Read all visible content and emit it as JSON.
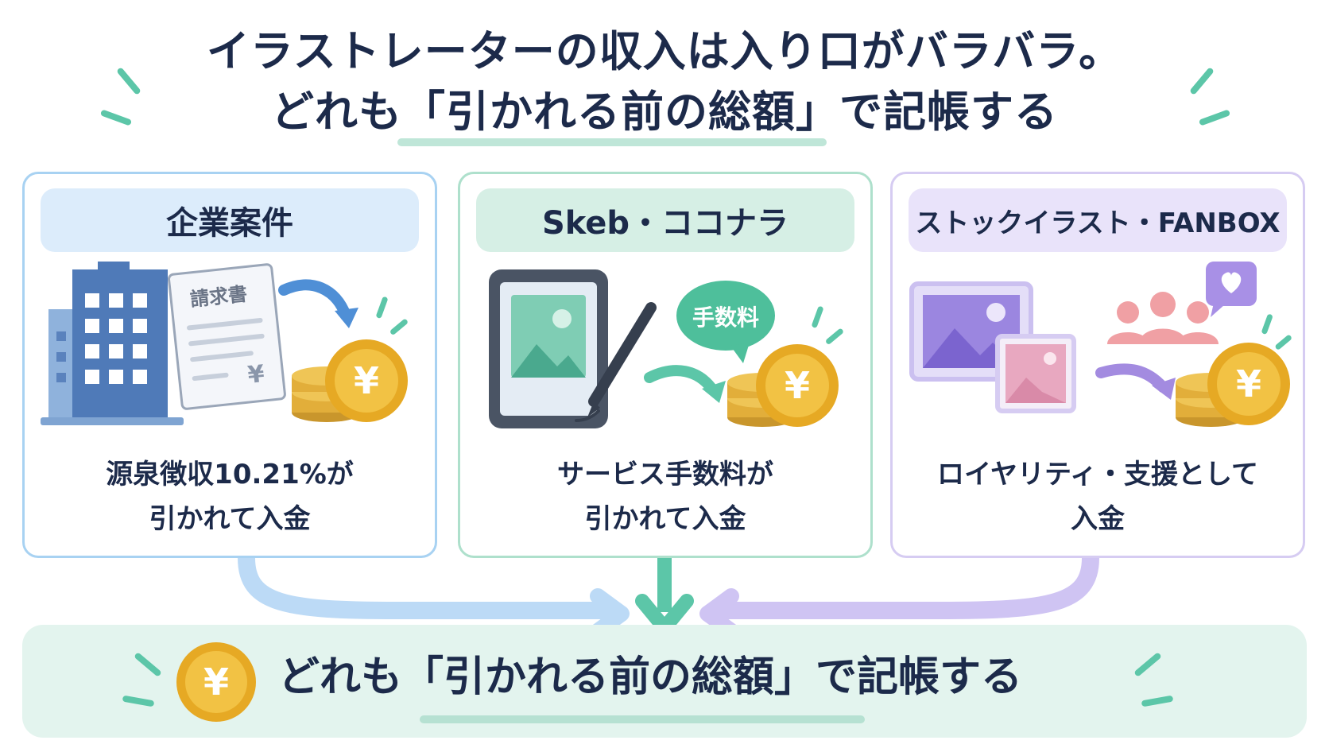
{
  "title": {
    "line1": "イラストレーターの収入は入り口がバラバラ。",
    "line2": "どれも「引かれる前の総額」で記帳する"
  },
  "cards": [
    {
      "heading": "企業案件",
      "invoice_label": "請求書",
      "yen_mark": "¥",
      "coin_mark": "¥",
      "text_line1": "源泉徴収10.21%が",
      "text_line2": "引かれて入金",
      "accent_color": "#a8d2f2"
    },
    {
      "heading": "Skeb・ココナラ",
      "fee_bubble": "手数料",
      "coin_mark": "¥",
      "text_line1": "サービス手数料が",
      "text_line2": "引かれて入金",
      "accent_color": "#aee0cc"
    },
    {
      "heading": "ストックイラスト・FANBOX",
      "coin_mark": "¥",
      "text_line1": "ロイヤリティ・支援として",
      "text_line2": "入金",
      "accent_color": "#d6ccf2"
    }
  ],
  "summary": {
    "coin_mark": "¥",
    "text": "どれも「引かれる前の総額」で記帳する",
    "background_color": "#e3f4ee"
  },
  "icons": [
    "office-building-icon",
    "invoice-icon",
    "curved-arrow-icon",
    "yen-coin-stack-icon",
    "tablet-pen-icon",
    "speech-bubble-icon",
    "image-gallery-icon",
    "people-icon",
    "heart-bubble-icon",
    "yen-coin-icon"
  ]
}
